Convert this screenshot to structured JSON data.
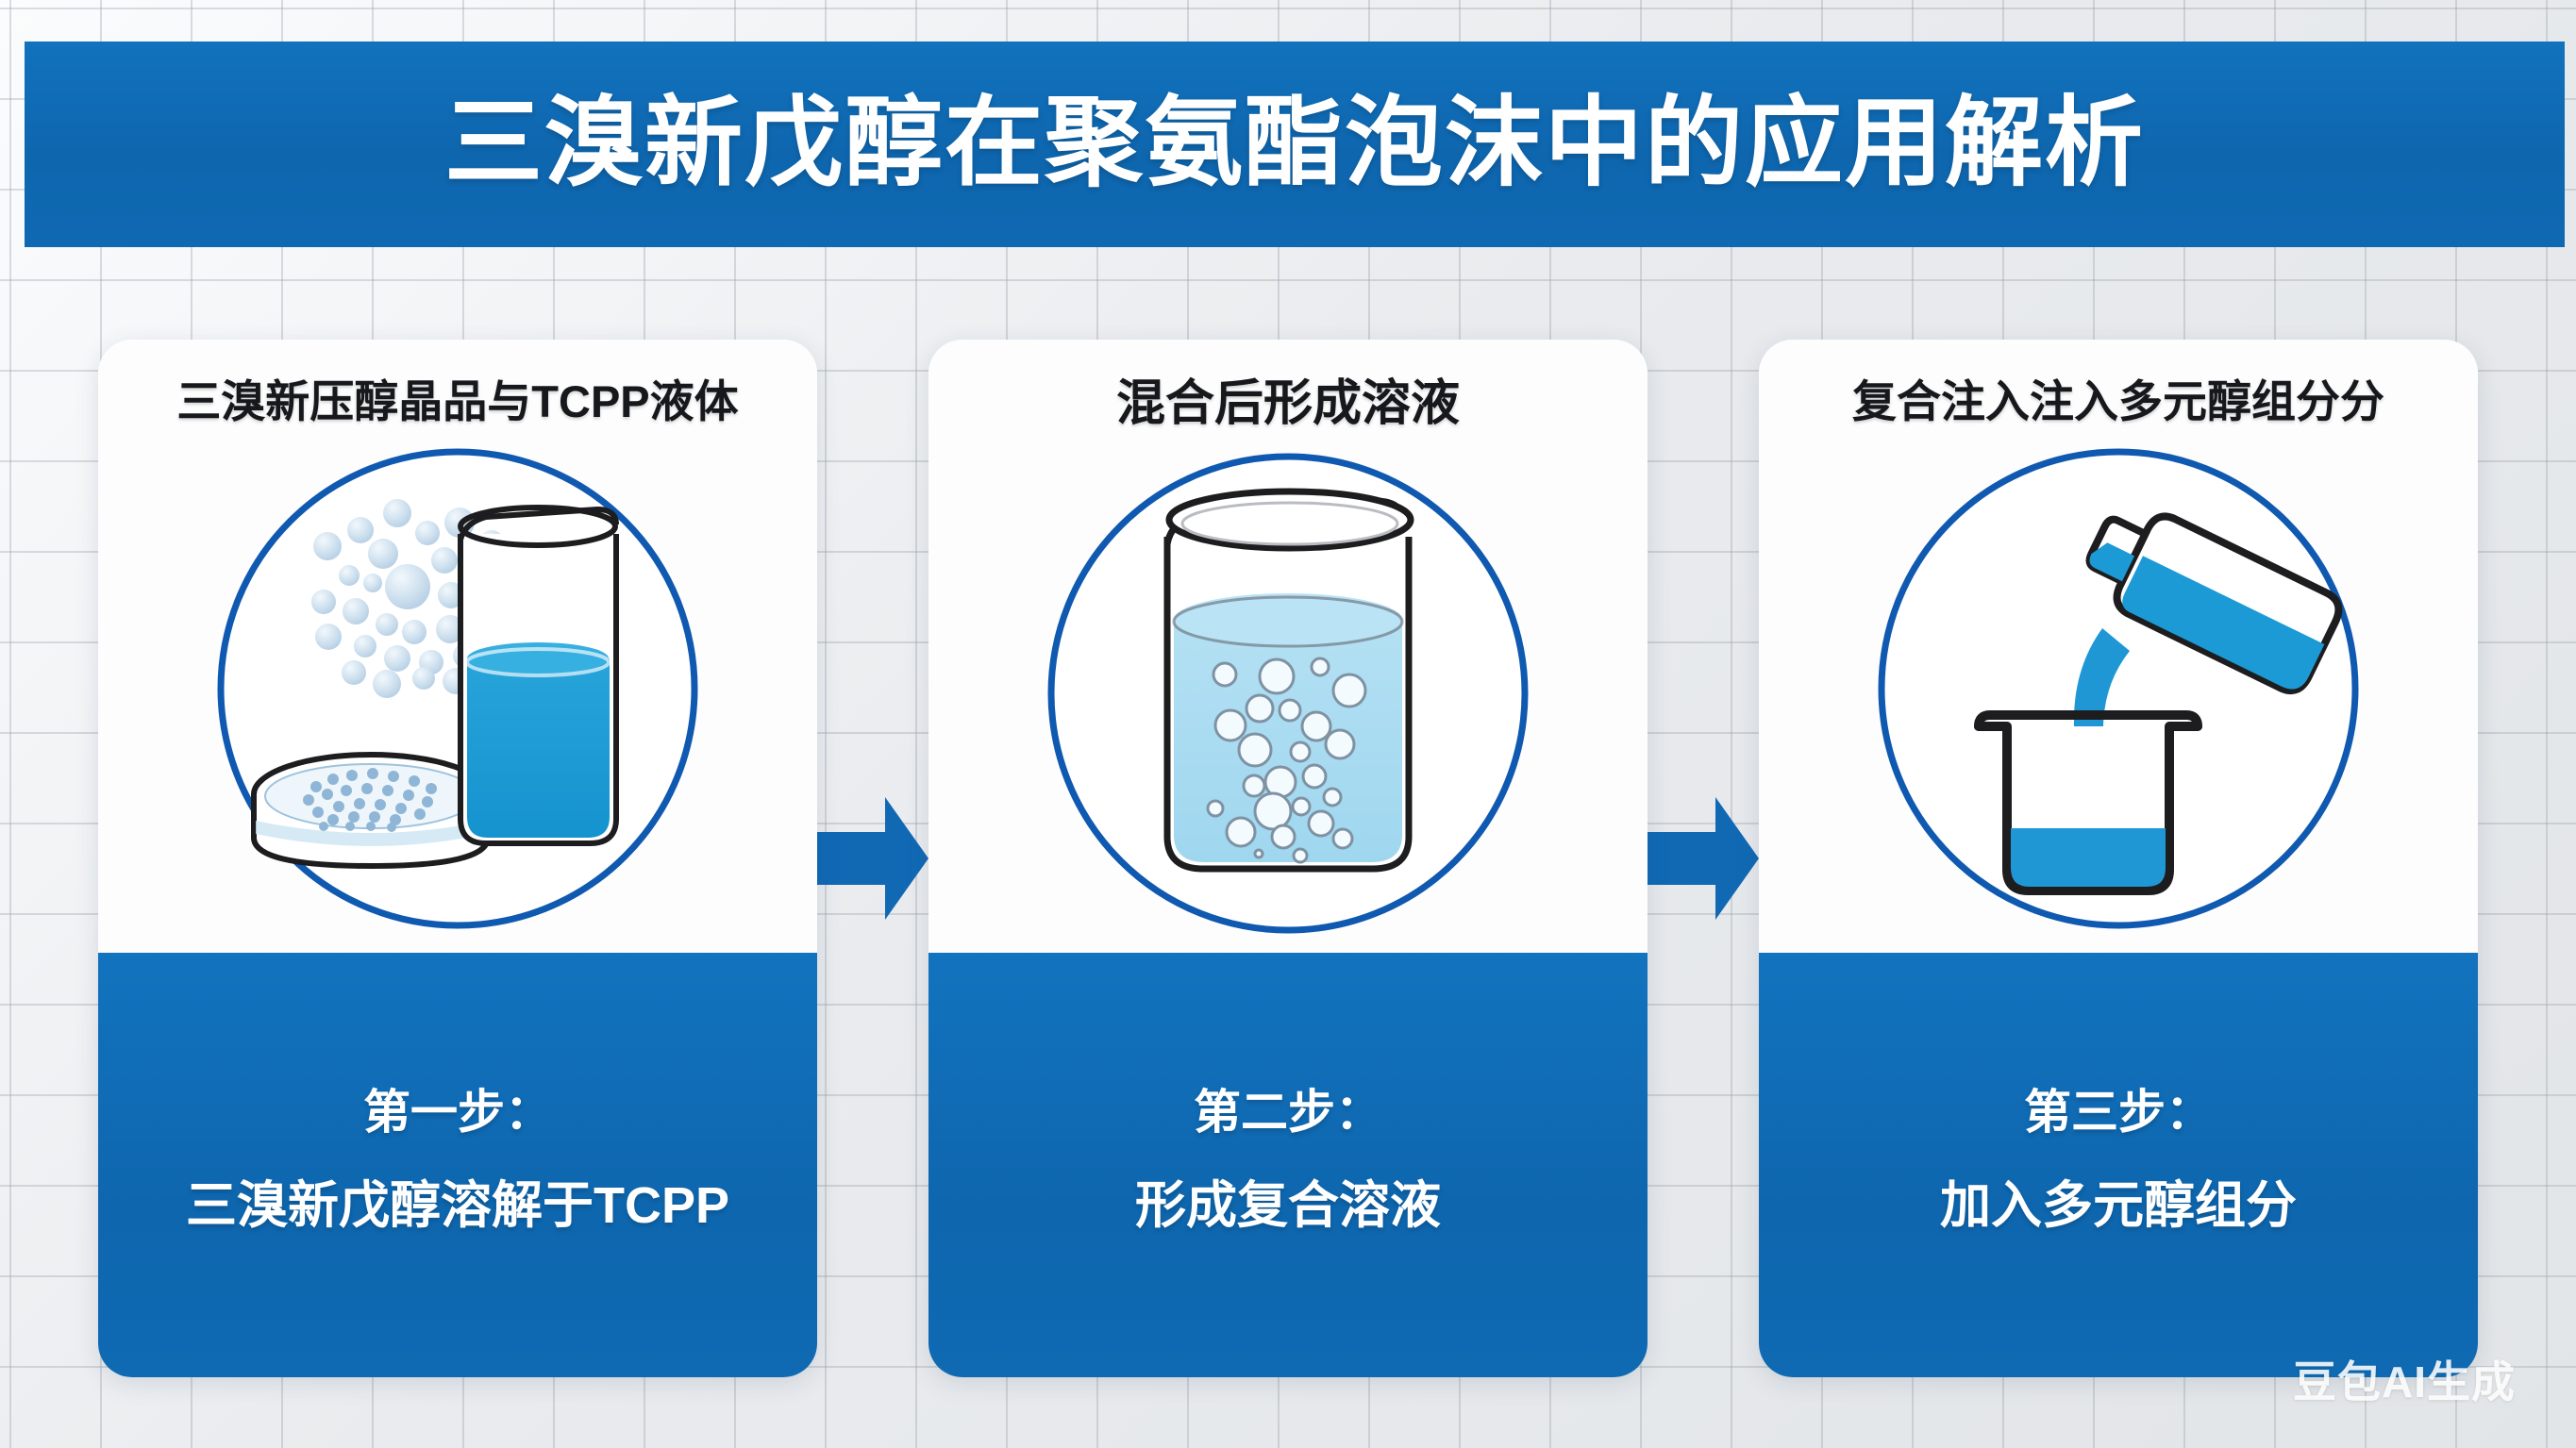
{
  "title": {
    "text": "三溴新戊醇在聚氨酯泡沫中的应用解析"
  },
  "colors": {
    "brand_blue": "#0f6ab2",
    "banner_blue": "#1070ba",
    "liquid_blue": "#1b9ad6",
    "light_solution": "#a9dcf0",
    "crystal_blue": "#c9dced",
    "outline_dark": "#1d1d1f",
    "circle_ring": "#0f59b0",
    "background_grey": "#eceef0",
    "grid_line": "#969ea6",
    "card_white": "#ffffff"
  },
  "steps": [
    {
      "heading": "三溴新压醇晶品与TCPP液体",
      "step_label": "第一步：",
      "description": "三溴新戊醇溶解于TCPP",
      "illustration": "crystals-petri-dish-and-beaker-icon"
    },
    {
      "heading": "混合后形成溶液",
      "step_label": "第二步：",
      "description": "形成复合溶液",
      "illustration": "beaker-with-bubbling-solution-icon"
    },
    {
      "heading": "复合注入注入多元醇组分分",
      "step_label": "第三步：",
      "description": "加入多元醇组分",
      "illustration": "bottle-pouring-into-beaker-icon"
    }
  ],
  "arrows": [
    {
      "name": "arrow-step1-to-step2"
    },
    {
      "name": "arrow-step2-to-step3"
    }
  ],
  "watermark": {
    "text": "豆包AI生成"
  }
}
